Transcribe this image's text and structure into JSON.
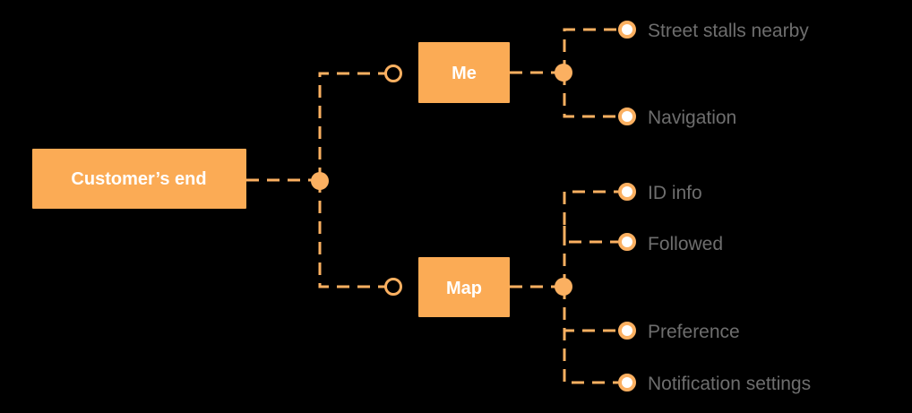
{
  "colors": {
    "accent": "#fbb061",
    "box_fill": "#fbab55",
    "leaf_text": "#6e6e6e",
    "background": "#000000"
  },
  "nodes": {
    "root": {
      "label": "Customer’s end"
    },
    "me": {
      "label": "Me"
    },
    "map": {
      "label": "Map"
    }
  },
  "leaves": {
    "me": [
      {
        "label": "Street stalls nearby"
      },
      {
        "label": "Navigation"
      }
    ],
    "map": [
      {
        "label": "ID info"
      },
      {
        "label": "Followed"
      },
      {
        "label": "Preference"
      },
      {
        "label": "Notification settings"
      }
    ]
  }
}
